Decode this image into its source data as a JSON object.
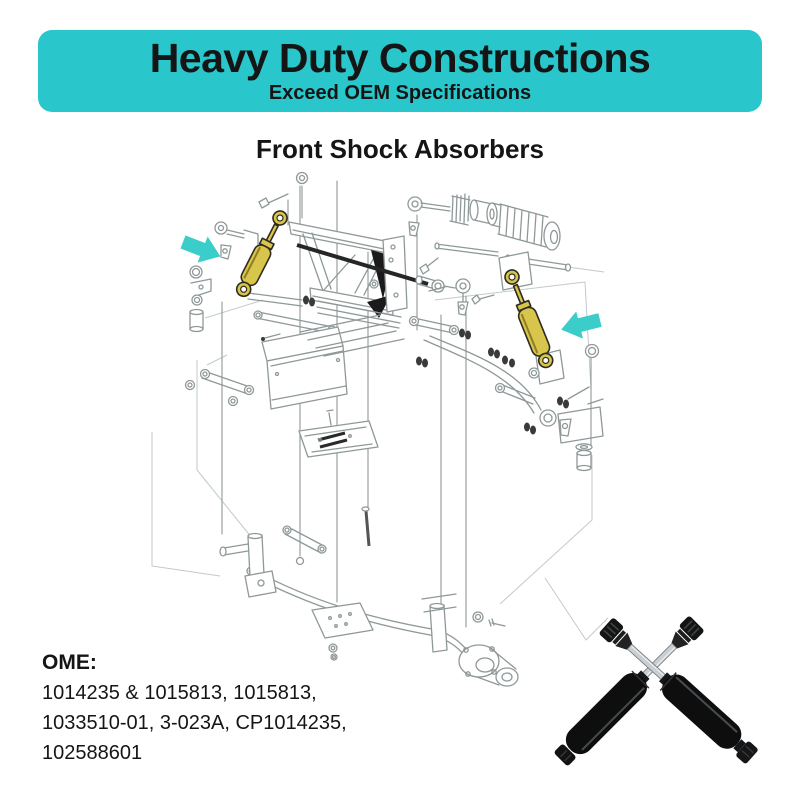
{
  "banner": {
    "title": "Heavy Duty Constructions",
    "subtitle": "Exceed OEM Specifications"
  },
  "section": {
    "title": "Front Shock Absorbers"
  },
  "oem": {
    "label": "OME:",
    "lines": [
      "1014235 & 1015813, 1015813,",
      "1033510-01, 3-023A, CP1014235,",
      "102588601"
    ]
  },
  "diagram": {
    "description": "Exploded line diagram of golf cart front suspension",
    "highlighted_parts": [
      "left front shock absorber",
      "right front shock absorber"
    ]
  },
  "product_photo": {
    "description": "Two black heavy-duty front shock absorbers crossed"
  },
  "colors": {
    "banner_bg": "#29c6cb",
    "ink": "#151515",
    "hl_yellow": "#d8c54b",
    "arrow_teal": "#3bcdca",
    "line_gray": "#8f9898",
    "line_faint": "#c3caca"
  }
}
